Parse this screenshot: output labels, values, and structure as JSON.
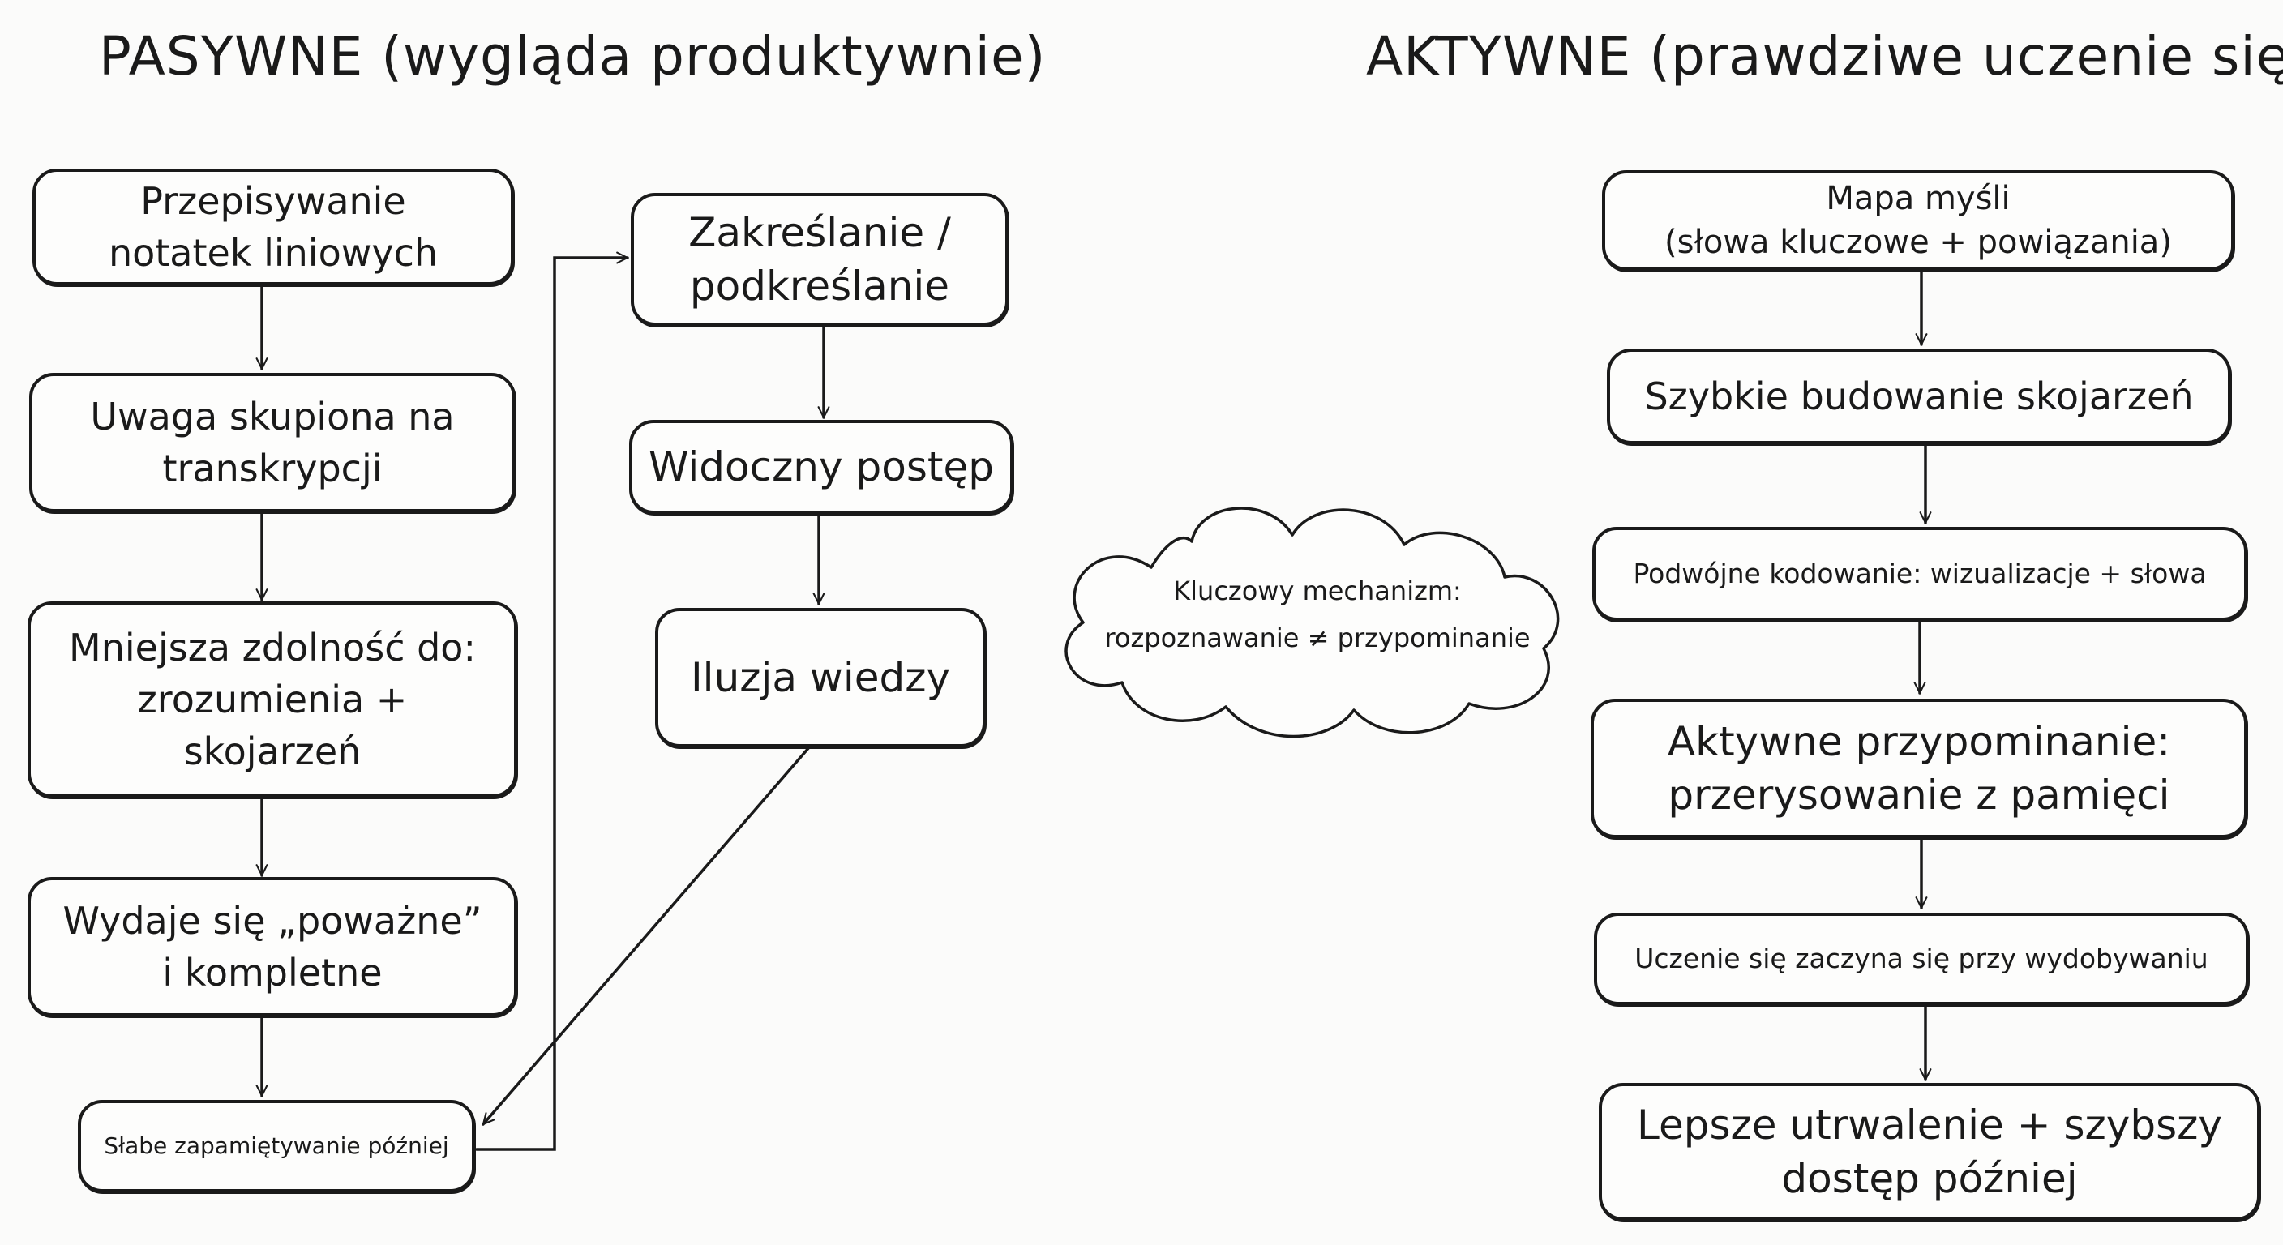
{
  "headings": {
    "passive": "PASYWNE (wygląda produktywnie)",
    "active": "AKTYWNE (prawdziwe uczenie się)"
  },
  "passive": {
    "col1": [
      [
        "Przepisywanie",
        "notatek liniowych"
      ],
      [
        "Uwaga skupiona na",
        "transkrypcji"
      ],
      [
        "Mniejsza zdolność do:",
        "zrozumienia +",
        "skojarzeń"
      ],
      [
        "Wydaje się „poważne”",
        "i kompletne"
      ],
      [
        "Słabe zapamiętywanie później"
      ]
    ],
    "col2": [
      [
        "Zakreślanie /",
        "podkreślanie"
      ],
      [
        "Widoczny postęp"
      ],
      [
        "Iluzja wiedzy"
      ]
    ]
  },
  "cloud": [
    "Kluczowy mechanizm:",
    "rozpoznawanie ≠ przypominanie"
  ],
  "active": [
    [
      "Mapa myśli",
      "(słowa kluczowe + powiązania)"
    ],
    [
      "Szybkie budowanie skojarzeń"
    ],
    [
      "Podwójne kodowanie: wizualizacje + słowa"
    ],
    [
      "Aktywne przypominanie:",
      "przerysowanie z pamięci"
    ],
    [
      "Uczenie się zaczyna się przy wydobywaniu"
    ],
    [
      "Lepsze utrwalenie + szybszy",
      "dostęp później"
    ]
  ]
}
